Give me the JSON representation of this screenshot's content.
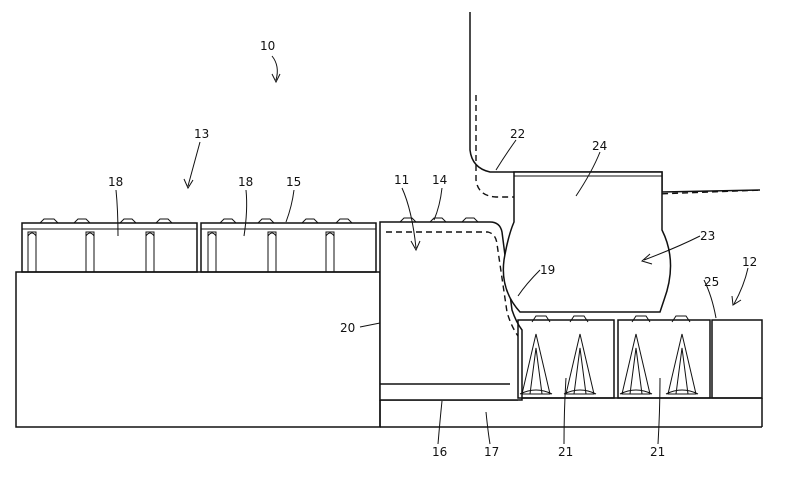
{
  "labels": {
    "l10": "10",
    "l11": "11",
    "l12": "12",
    "l13": "13",
    "l14": "14",
    "l15": "15",
    "l16": "16",
    "l17": "17",
    "l18a": "18",
    "l18b": "18",
    "l19": "19",
    "l20": "20",
    "l21a": "21",
    "l21b": "21",
    "l22": "22",
    "l23": "23",
    "l24": "24",
    "l25": "25"
  }
}
